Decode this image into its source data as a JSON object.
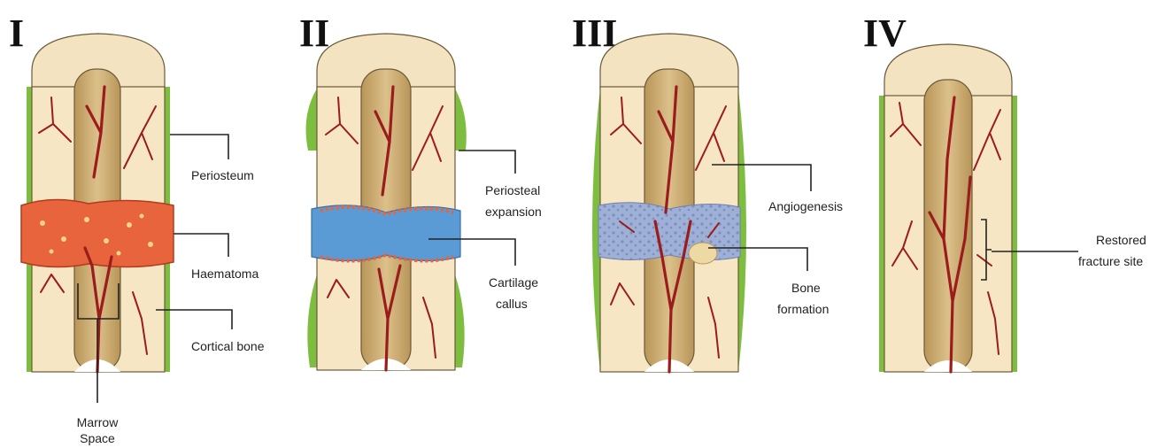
{
  "stages": [
    {
      "numeral": "I",
      "labels": {
        "periosteum": "Periosteum",
        "haematoma": "Haematoma",
        "cortical_bone": "Cortical bone",
        "marrow_line1": "Marrow",
        "marrow_line2": "Space"
      }
    },
    {
      "numeral": "II",
      "labels": {
        "periosteal_line1": "Periosteal",
        "periosteal_line2": "expansion",
        "cartilage_line1": "Cartilage",
        "cartilage_line2": "callus"
      }
    },
    {
      "numeral": "III",
      "labels": {
        "angiogenesis": "Angiogenesis",
        "bone_line1": "Bone",
        "bone_line2": "formation"
      }
    },
    {
      "numeral": "IV",
      "labels": {
        "restored_line1": "Restored",
        "restored_line2": "fracture site"
      }
    }
  ],
  "colors": {
    "bone": "#f7e6c4",
    "cap": "#f3e3c0",
    "marrow": "#c9a66b",
    "periosteum": "#7dbd3f",
    "haematoma": "#e8643c",
    "cartilage": "#5b9bd5",
    "vessel": "#9b1c1c"
  }
}
